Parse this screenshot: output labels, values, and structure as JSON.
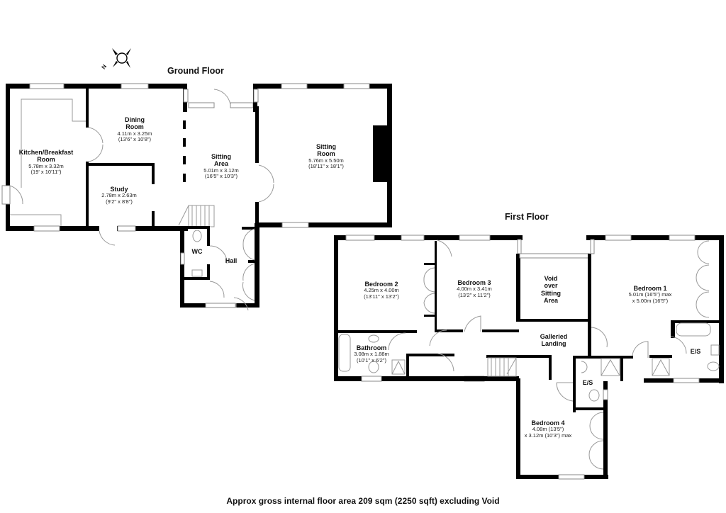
{
  "ground_floor": {
    "title": "Ground Floor",
    "rooms": [
      {
        "name": "Kitchen/Breakfast Room",
        "name_l1": "Kitchen/Breakfast",
        "name_l2": "Room",
        "metric": "5.78m x 3.32m",
        "imperial": "(19' x 10'11\")"
      },
      {
        "name": "Dining Room",
        "name_l1": "Dining",
        "name_l2": "Room",
        "metric": "4.11m x 3.25m",
        "imperial": "(13'6\" x 10'8\")"
      },
      {
        "name": "Study",
        "metric": "2.78m x 2.63m",
        "imperial": "(9'2\" x 8'8\")"
      },
      {
        "name": "Sitting Area",
        "name_l1": "Sitting",
        "name_l2": "Area",
        "metric": "5.01m x 3.12m",
        "imperial": "(16'5\" x 10'3\")"
      },
      {
        "name": "Sitting Room",
        "name_l1": "Sitting",
        "name_l2": "Room",
        "metric": "5.76m x 5.50m",
        "imperial": "(18'11\" x 18'1\")"
      },
      {
        "name": "WC"
      },
      {
        "name": "Hall"
      }
    ]
  },
  "first_floor": {
    "title": "First Floor",
    "rooms": [
      {
        "name": "Bedroom 2",
        "metric": "4.25m x 4.00m",
        "imperial": "(13'11\" x 13'2\")"
      },
      {
        "name": "Bedroom 3",
        "metric": "4.00m x 3.41m",
        "imperial": "(13'2\" x 11'2\")"
      },
      {
        "name": "Void over Sitting Area",
        "name_l1": "Void",
        "name_l2": "over",
        "name_l3": "Sitting",
        "name_l4": "Area"
      },
      {
        "name": "Bedroom 1",
        "line1": "5.01m (16'5\") max",
        "line2": "x 5.00m (16'5\")"
      },
      {
        "name": "Bathroom",
        "metric": "3.08m x 1.88m",
        "imperial": "(10'1\" x 6'2\")"
      },
      {
        "name": "Galleried Landing",
        "name_l1": "Galleried",
        "name_l2": "Landing"
      },
      {
        "name": "E/S"
      },
      {
        "name": "E/S"
      },
      {
        "name": "Bedroom 4",
        "line1": "4.08m (13'5\")",
        "line2": "x 3.12m (10'3\") max"
      }
    ]
  },
  "compass": {
    "label": "N",
    "icon": "compass-rose-icon"
  },
  "footer": {
    "text": "Approx gross internal floor area 209 sqm (2250 sqft) excluding Void"
  },
  "colors": {
    "wall": "#000000",
    "fixture_line": "#999999",
    "background": "#ffffff"
  }
}
